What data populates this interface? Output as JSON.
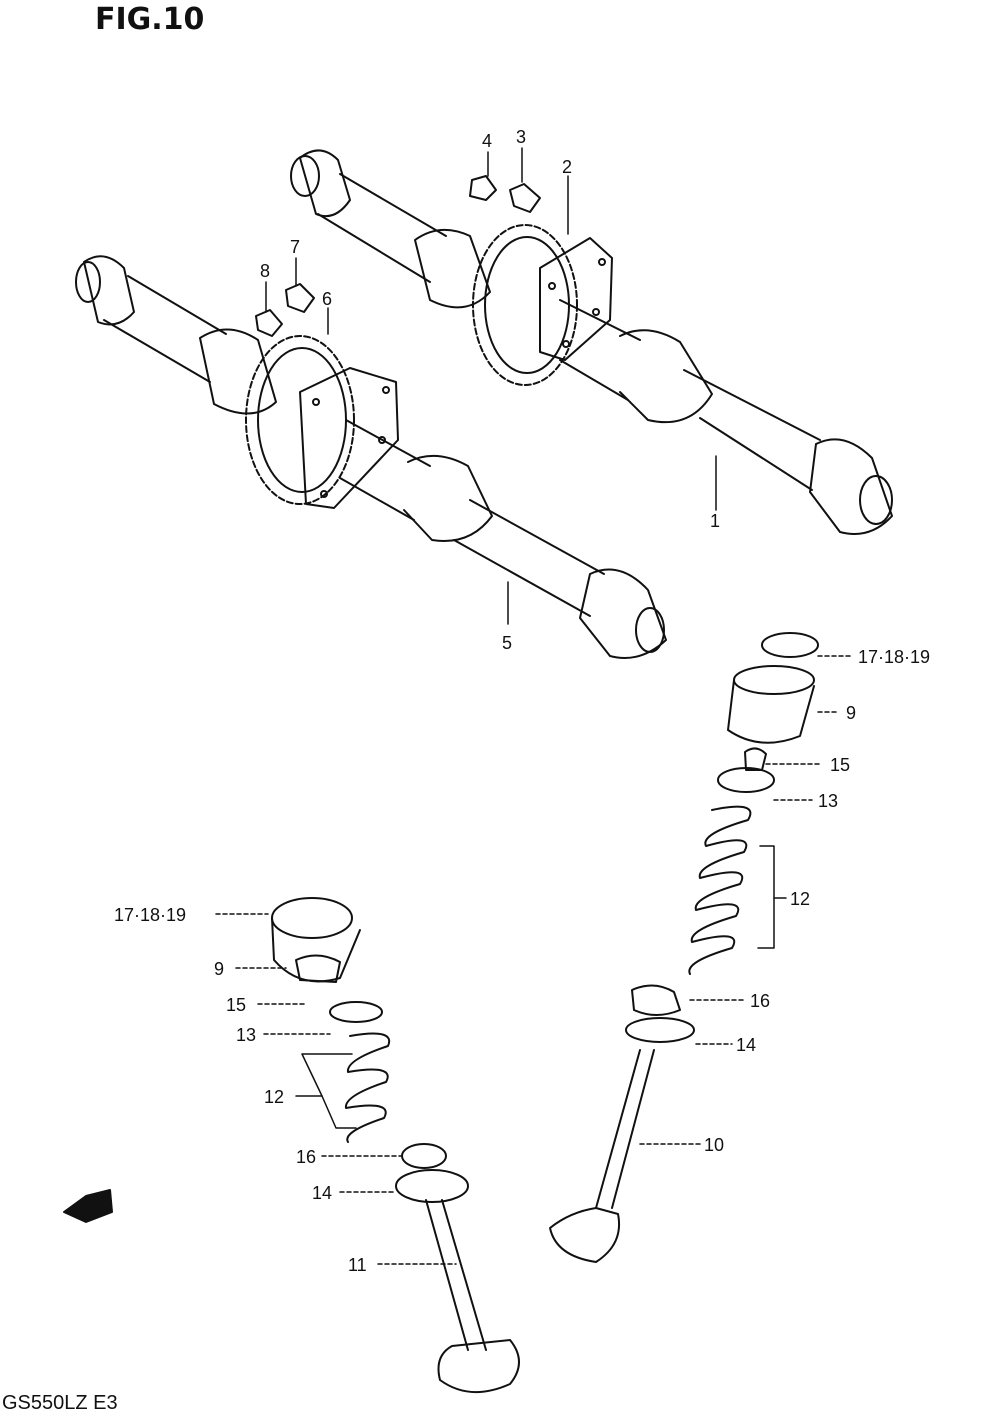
{
  "figure": {
    "title": "FIG.10",
    "model_code": "GS550LZ E3"
  },
  "callouts": {
    "c1": "1",
    "c2": "2",
    "c3": "3",
    "c4": "4",
    "c5": "5",
    "c6": "6",
    "c7": "7",
    "c8": "8",
    "c9_right": "9",
    "c9_left": "9",
    "c10": "10",
    "c11": "11",
    "c12_right": "12",
    "c12_left": "12",
    "c13_right": "13",
    "c13_left": "13",
    "c14_right": "14",
    "c14_left": "14",
    "c15_right": "15",
    "c15_left": "15",
    "c16_right": "16",
    "c16_left": "16",
    "c17_18_19_right": "17·18·19",
    "c17_18_19_left": "17·18·19"
  },
  "colors": {
    "ink": "#111111",
    "paper": "#ffffff"
  }
}
